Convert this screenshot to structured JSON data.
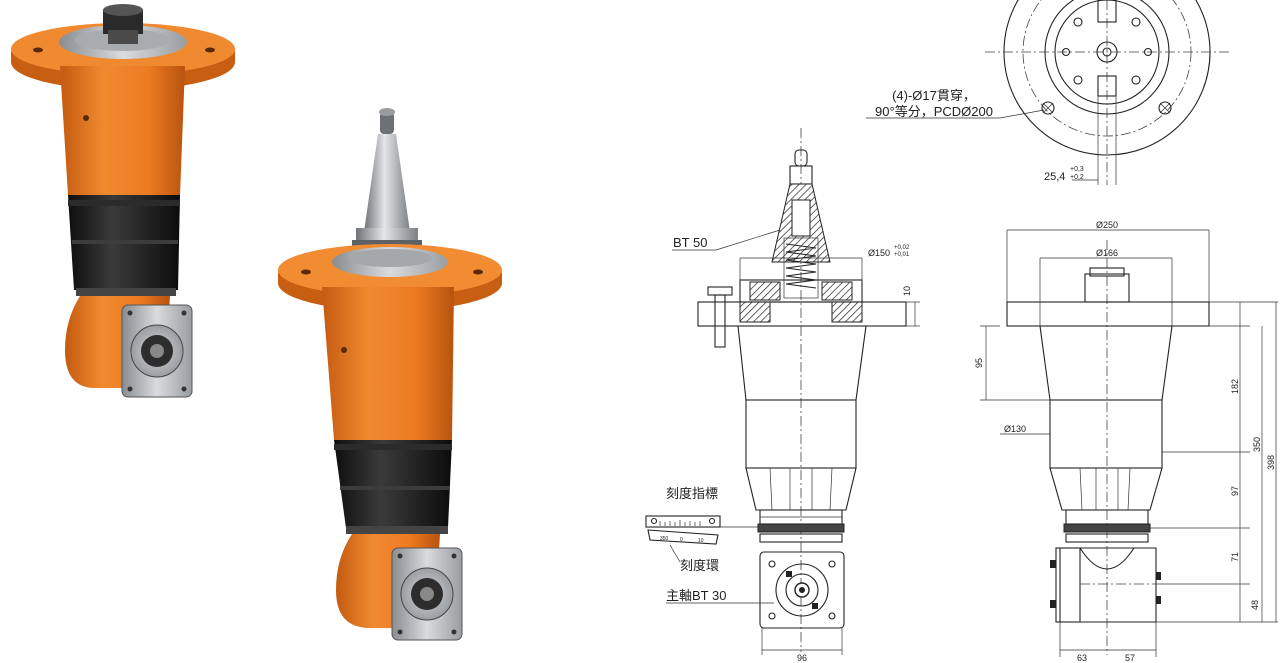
{
  "colors": {
    "orange": "#ee7b22",
    "orange_dark": "#c85e12",
    "black_band": "#1d1d1d",
    "steel": "#b9bcbf",
    "line": "#222222"
  },
  "photos": {
    "left_icon": "angle-head-unit-photo",
    "right_icon": "angle-head-with-bt50-holder-photo"
  },
  "labels": {
    "holes_line1": "(4)-Ø17貫穿，",
    "holes_line2": "90°等分，PCDØ200",
    "slot_base": "25,4",
    "slot_tol_upper": "+0,3",
    "slot_tol_lower": "+0,2",
    "taper": "BT 50",
    "dia150": "Ø150",
    "dia150_tol_upper": "+0,02",
    "dia150_tol_lower": "+0,01",
    "dim10": "10",
    "dim95": "95",
    "scale_indicator": "刻度指標",
    "scale_ring": "刻度環",
    "spindle": "主軸BT 30",
    "dial_350": "350",
    "dial_0": "0",
    "dial_10": "10",
    "dim96": "96",
    "dia250": "Ø250",
    "dia166": "Ø166",
    "dia130": "Ø130",
    "dim182": "182",
    "dim350": "350",
    "dim398": "398",
    "dim97": "97",
    "dim71": "71",
    "dim48": "48",
    "dim63": "63",
    "dim57": "57"
  }
}
